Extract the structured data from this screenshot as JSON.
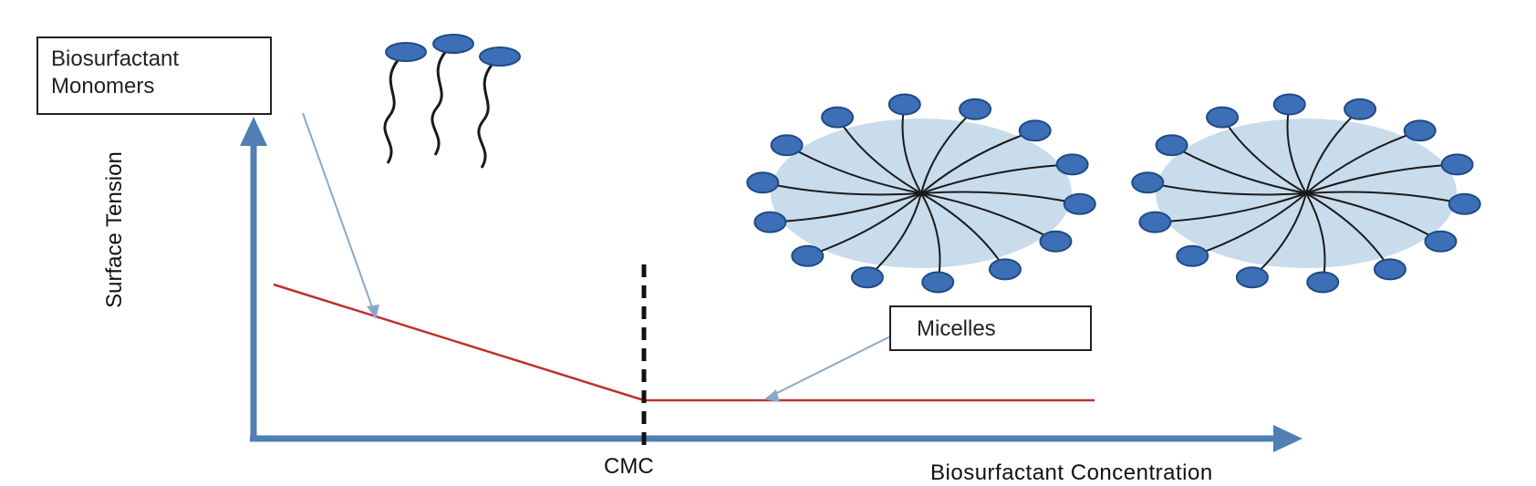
{
  "labels": {
    "monomers_line1": "Biosurfactant",
    "monomers_line2": "Monomers",
    "micelles": "Micelles",
    "y_axis": "Surface Tension",
    "x_axis": "Biosurfactant Concentration",
    "cmc": "CMC"
  },
  "colors": {
    "axis": "#4f7fb5",
    "curve": "#c0302b",
    "head_fill": "#3d6fb6",
    "head_stroke": "#1f4a86",
    "micelle_halo": "#c9dceb",
    "tail": "#1a1a1a",
    "pointer": "#8aa9c9"
  },
  "micelles": [
    {
      "heads": 14
    },
    {
      "heads": 14
    }
  ],
  "monomer_count": 3
}
